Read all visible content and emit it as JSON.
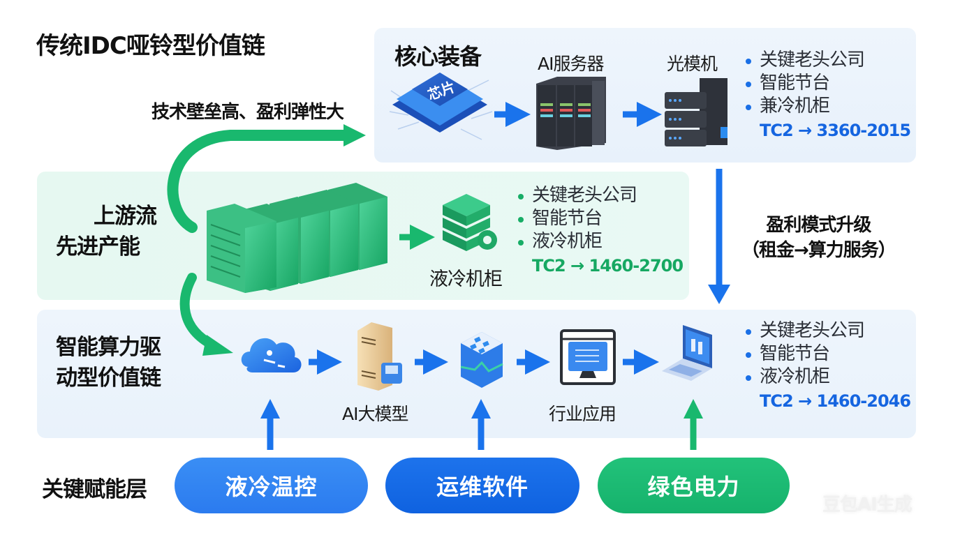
{
  "title": "传统IDC哑铃型价值链",
  "top_note": "技术壁垒高、盈利弹性大",
  "core_equipment": {
    "title": "核心装备",
    "chip_label": "芯片",
    "nodes": [
      {
        "label": "",
        "icon": "chip-icon"
      },
      {
        "label": "AI服务器",
        "icon": "server-rack-icon"
      },
      {
        "label": "光模机",
        "icon": "optical-module-icon"
      }
    ],
    "bullets": [
      "关键老头公司",
      "智能节台",
      "兼冷机柜"
    ],
    "tc": "TC2 → 3360-2015",
    "accent": "#1565e0"
  },
  "upstream": {
    "title_lines": [
      "上游流",
      "先进产能"
    ],
    "node_label": "液冷机柜",
    "bullets": [
      "关键老头公司",
      "智能节台",
      "液冷机柜"
    ],
    "tc": "TC2 → 1460-2700",
    "accent": "#16a862"
  },
  "profit_upgrade": {
    "line1": "盈利模式升级",
    "line2": "（租金→算力服务）"
  },
  "ai_chain": {
    "title_lines": [
      "智能算力驱",
      "动型价值链"
    ],
    "nodes": [
      {
        "label": "",
        "icon": "cloud-icon"
      },
      {
        "label": "AI大模型",
        "icon": "ai-model-server-icon"
      },
      {
        "label": "",
        "icon": "database-icon"
      },
      {
        "label": "行业应用",
        "icon": "monitor-icon"
      },
      {
        "label": "",
        "icon": "laptop-icon"
      }
    ],
    "bullets": [
      "关键老头公司",
      "智能节台",
      "液冷机柜"
    ],
    "tc": "TC2 → 1460-2046",
    "accent": "#1565e0"
  },
  "enabling_layer": {
    "label": "关键赋能层",
    "pills": [
      {
        "label": "液冷温控",
        "color": "#3388f3"
      },
      {
        "label": "运维软件",
        "color": "#1468e6"
      },
      {
        "label": "绿色电力",
        "color": "#1bb872"
      }
    ]
  },
  "watermark": "豆包AI生成",
  "colors": {
    "blue_arrow": "#1a73ec",
    "green_arrow": "#19b86e"
  }
}
